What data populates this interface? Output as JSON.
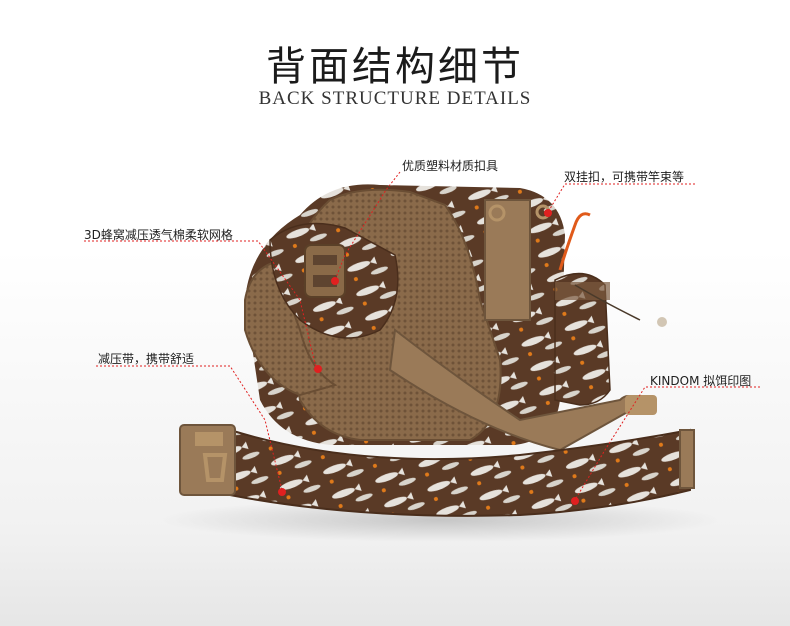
{
  "heading": {
    "title": "背面结构细节",
    "subtitle": "BACK STRUCTURE DETAILS"
  },
  "callouts": {
    "plastic_buckle": "优质塑料材质扣具",
    "honeycomb_mesh": "3D蜂窝减压透气棉柔软网格",
    "double_hook": "双挂扣，可携带竿束等",
    "strap": "减压带，携带舒适",
    "print": "KINDOM 拟饵印图"
  },
  "colors": {
    "accent": "#e02020",
    "mesh_brown": "#8a6a4a",
    "pattern_brown": "#5a3a26",
    "webbing_tan": "#9a7a58"
  }
}
